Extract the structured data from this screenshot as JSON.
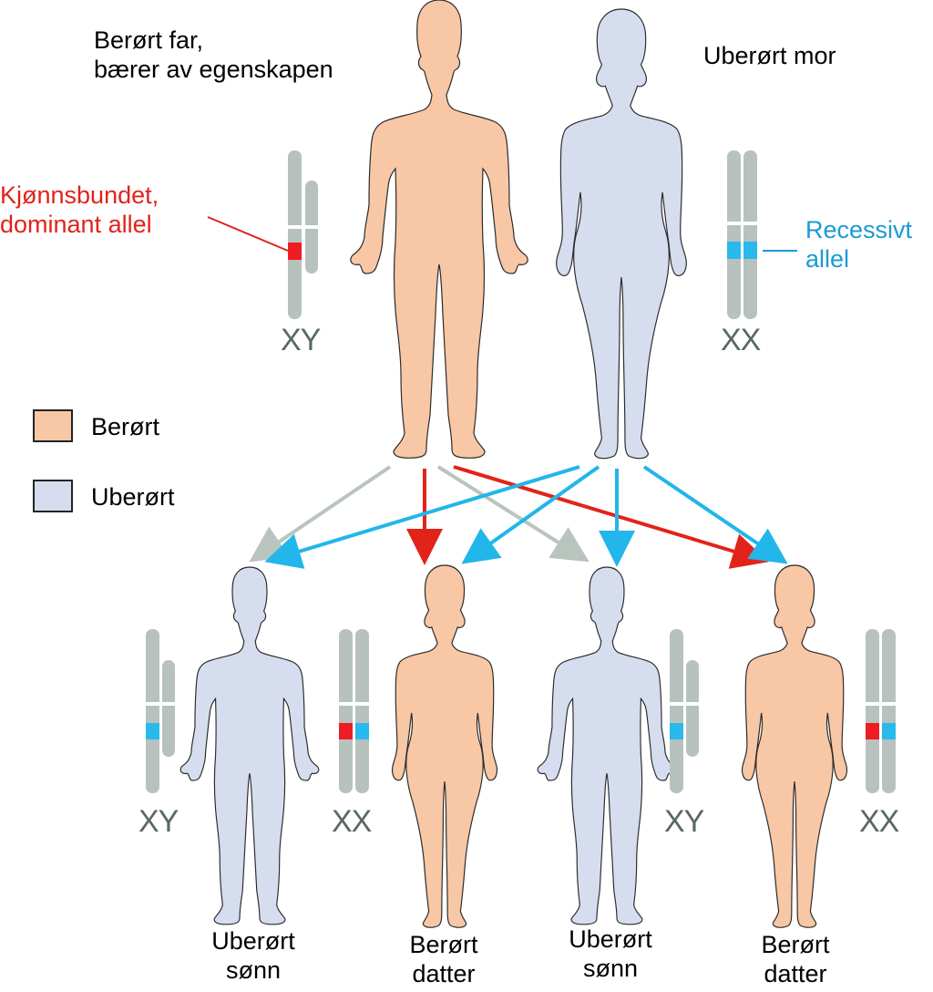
{
  "colors": {
    "affected": "#f8c7a5",
    "unaffected": "#d5ddef",
    "dominant_allele": "#ee1c24",
    "recessive_allele": "#29b9ec",
    "chromosome": "#b7c2bd",
    "arrow_grey": "#b9c4bf",
    "arrow_red": "#e2231a",
    "arrow_blue": "#22b6ea"
  },
  "father": {
    "label_line1": "Berørt far,",
    "label_line2": "bærer av egenskapen",
    "karyotype": "XY"
  },
  "mother": {
    "label": "Uberørt mor",
    "karyotype": "XX"
  },
  "annotations": {
    "dominant_line1": "Kjønnsbundet,",
    "dominant_line2": "dominant allel",
    "recessive_line1": "Recessivt",
    "recessive_line2": "allel"
  },
  "legend": {
    "affected_label": "Berørt",
    "unaffected_label": "Uberørt"
  },
  "children": [
    {
      "line1": "Uberørt",
      "line2": "sønn",
      "karyotype": "XY",
      "status": "unaffected"
    },
    {
      "line1": "Berørt",
      "line2": "datter",
      "karyotype": "XX",
      "status": "affected"
    },
    {
      "line1": "Uberørt",
      "line2": "sønn",
      "karyotype": "XY",
      "status": "unaffected"
    },
    {
      "line1": "Berørt",
      "line2": "datter",
      "karyotype": "XX",
      "status": "affected"
    }
  ]
}
